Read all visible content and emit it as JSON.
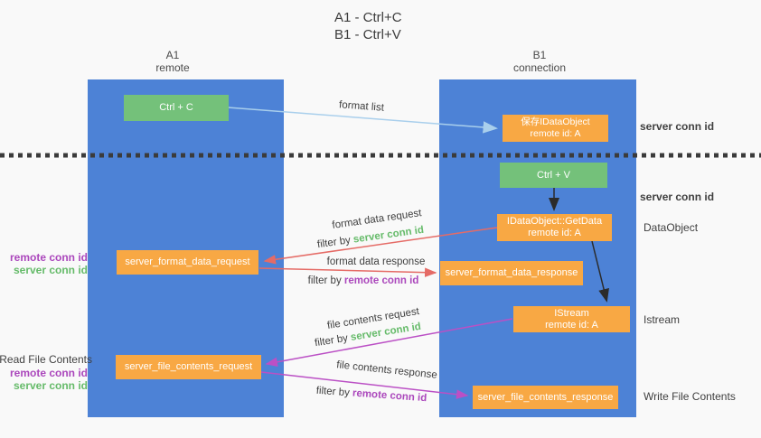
{
  "title": {
    "line1": "A1 - Ctrl+C",
    "line2": "B1 - Ctrl+V"
  },
  "headers": {
    "left1": "A1",
    "left2": "remote",
    "right1": "B1",
    "right2": "connection"
  },
  "nodes": {
    "ctrl_c": "Ctrl + C",
    "ctrl_v": "Ctrl + V",
    "save_dataobject_line1": "保存IDataObject",
    "save_dataobject_line2": "remote id: A",
    "getdata_line1": "IDataObject::GetData",
    "getdata_line2": "remote id: A",
    "istream_line1": "IStream",
    "istream_line2": "remote id: A",
    "format_request": "server_format_data_request",
    "format_response": "server_format_data_response",
    "file_request": "server_file_contents_request",
    "file_response": "server_file_contents_response"
  },
  "labels": {
    "format_list": "format list",
    "format_data_request": "format data request",
    "format_data_response": "format data response",
    "file_contents_request": "file contents request",
    "file_contents_response": "file contents response",
    "filter_by": "filter by",
    "server_conn_id": "server conn id",
    "remote_conn_id": "remote conn id",
    "dataobject": "DataObject",
    "istream": "Istream",
    "read_file_contents": "Read File Contents",
    "write_file_contents": "Write File Contents"
  },
  "colors": {
    "column_blue": "#4d82d6",
    "node_orange": "#f8a844",
    "node_green": "#74c17a",
    "text_green": "#66bb6a",
    "text_purple": "#ab47bc",
    "arrow_red": "#e56b66",
    "arrow_magenta": "#bb50c5",
    "arrow_lightblue": "#a9cfec",
    "arrow_black": "#2b2b2b",
    "background": "#f9f9f9"
  }
}
